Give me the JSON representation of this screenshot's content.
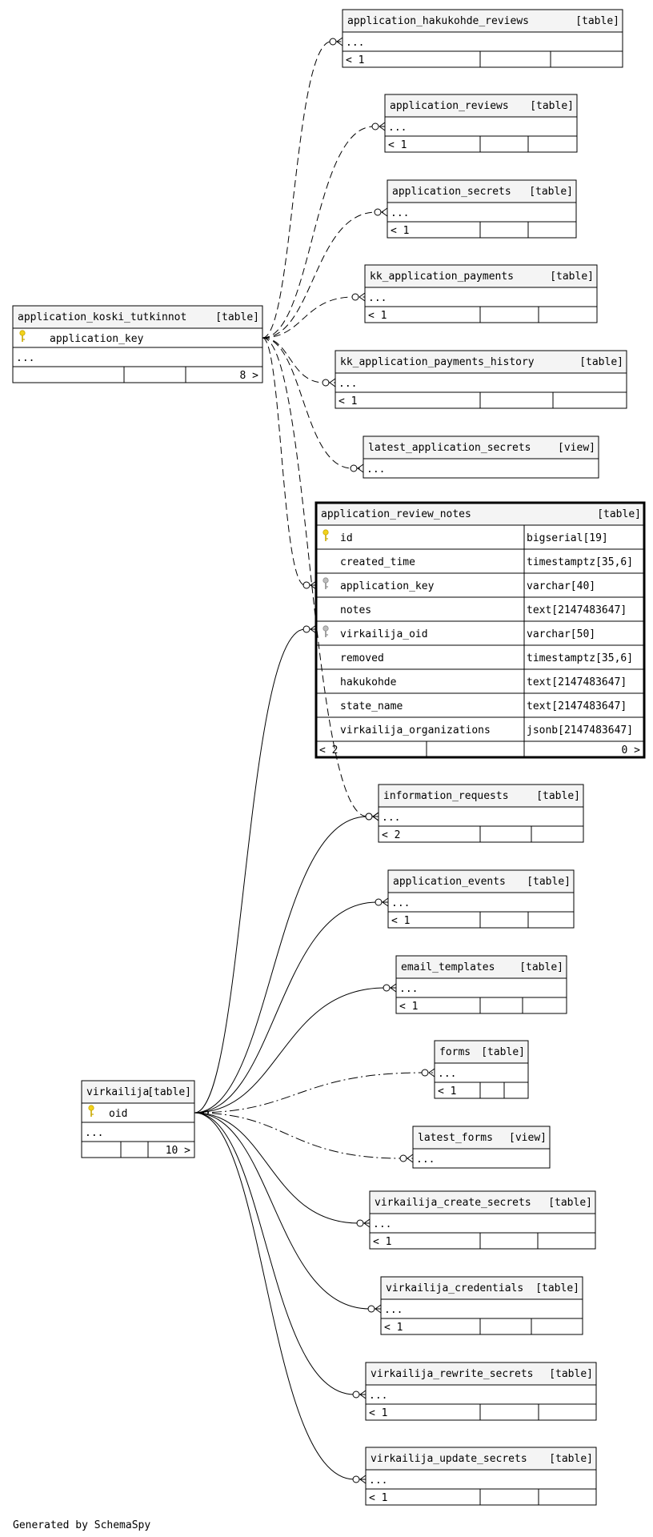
{
  "footer": {
    "generated_by": "Generated by SchemaSpy"
  },
  "tables": {
    "application_hakukohde_reviews": {
      "name": "application_hakukohde_reviews",
      "kind": "[table]",
      "rows": [
        {
          "label": "..."
        }
      ],
      "footer": [
        "< 1",
        "",
        ""
      ]
    },
    "application_reviews": {
      "name": "application_reviews",
      "kind": "[table]",
      "rows": [
        {
          "label": "..."
        }
      ],
      "footer": [
        "< 1",
        "",
        ""
      ]
    },
    "application_secrets": {
      "name": "application_secrets",
      "kind": "[table]",
      "rows": [
        {
          "label": "..."
        }
      ],
      "footer": [
        "< 1",
        "",
        ""
      ]
    },
    "kk_application_payments": {
      "name": "kk_application_payments",
      "kind": "[table]",
      "rows": [
        {
          "label": "..."
        }
      ],
      "footer": [
        "< 1",
        "",
        ""
      ]
    },
    "kk_application_payments_history": {
      "name": "kk_application_payments_history",
      "kind": "[table]",
      "rows": [
        {
          "label": "..."
        }
      ],
      "footer": [
        "< 1",
        "",
        ""
      ]
    },
    "latest_application_secrets": {
      "name": "latest_application_secrets",
      "kind": "[view]",
      "rows": [
        {
          "label": "..."
        }
      ],
      "footer": null
    },
    "application_koski_tutkinnot": {
      "name": "application_koski_tutkinnot",
      "kind": "[table]",
      "rows": [
        {
          "label": "application_key",
          "key": "primary"
        },
        {
          "label": "..."
        }
      ],
      "footer": [
        "",
        "",
        "8 >"
      ]
    },
    "application_review_notes": {
      "name": "application_review_notes",
      "kind": "[table]",
      "rows": [
        {
          "label": "id",
          "type": "bigserial[19]",
          "key": "primary"
        },
        {
          "label": "created_time",
          "type": "timestamptz[35,6]"
        },
        {
          "label": "application_key",
          "type": "varchar[40]",
          "key": "foreign"
        },
        {
          "label": "notes",
          "type": "text[2147483647]"
        },
        {
          "label": "virkailija_oid",
          "type": "varchar[50]",
          "key": "foreign"
        },
        {
          "label": "removed",
          "type": "timestamptz[35,6]"
        },
        {
          "label": "hakukohde",
          "type": "text[2147483647]"
        },
        {
          "label": "state_name",
          "type": "text[2147483647]"
        },
        {
          "label": "virkailija_organizations",
          "type": "jsonb[2147483647]"
        }
      ],
      "footer": [
        "< 2",
        "",
        "0 >"
      ]
    },
    "information_requests": {
      "name": "information_requests",
      "kind": "[table]",
      "rows": [
        {
          "label": "..."
        }
      ],
      "footer": [
        "< 2",
        "",
        ""
      ]
    },
    "application_events": {
      "name": "application_events",
      "kind": "[table]",
      "rows": [
        {
          "label": "..."
        }
      ],
      "footer": [
        "< 1",
        "",
        ""
      ]
    },
    "email_templates": {
      "name": "email_templates",
      "kind": "[table]",
      "rows": [
        {
          "label": "..."
        }
      ],
      "footer": [
        "< 1",
        "",
        ""
      ]
    },
    "forms": {
      "name": "forms",
      "kind": "[table]",
      "rows": [
        {
          "label": "..."
        }
      ],
      "footer": [
        "< 1",
        "",
        ""
      ]
    },
    "latest_forms": {
      "name": "latest_forms",
      "kind": "[view]",
      "rows": [
        {
          "label": "..."
        }
      ],
      "footer": null
    },
    "virkailija": {
      "name": "virkailija",
      "kind": "[table]",
      "rows": [
        {
          "label": "oid",
          "key": "primary"
        },
        {
          "label": "..."
        }
      ],
      "footer": [
        "",
        "",
        "10 >"
      ]
    },
    "virkailija_create_secrets": {
      "name": "virkailija_create_secrets",
      "kind": "[table]",
      "rows": [
        {
          "label": "..."
        }
      ],
      "footer": [
        "< 1",
        "",
        ""
      ]
    },
    "virkailija_credentials": {
      "name": "virkailija_credentials",
      "kind": "[table]",
      "rows": [
        {
          "label": "..."
        }
      ],
      "footer": [
        "< 1",
        "",
        ""
      ]
    },
    "virkailija_rewrite_secrets": {
      "name": "virkailija_rewrite_secrets",
      "kind": "[table]",
      "rows": [
        {
          "label": "..."
        }
      ],
      "footer": [
        "< 1",
        "",
        ""
      ]
    },
    "virkailija_update_secrets": {
      "name": "virkailija_update_secrets",
      "kind": "[table]",
      "rows": [
        {
          "label": "..."
        }
      ],
      "footer": [
        "< 1",
        "",
        ""
      ]
    }
  },
  "relationships": [
    {
      "from": "application_koski_tutkinnot",
      "to": "application_hakukohde_reviews",
      "style": "dashed"
    },
    {
      "from": "application_koski_tutkinnot",
      "to": "application_reviews",
      "style": "dashed"
    },
    {
      "from": "application_koski_tutkinnot",
      "to": "application_secrets",
      "style": "dashed"
    },
    {
      "from": "application_koski_tutkinnot",
      "to": "kk_application_payments",
      "style": "dashed"
    },
    {
      "from": "application_koski_tutkinnot",
      "to": "kk_application_payments_history",
      "style": "dashed"
    },
    {
      "from": "application_koski_tutkinnot",
      "to": "latest_application_secrets",
      "style": "dashed"
    },
    {
      "from": "application_koski_tutkinnot",
      "to": "application_review_notes",
      "style": "dashed"
    },
    {
      "from": "application_koski_tutkinnot",
      "to": "information_requests",
      "style": "dashed"
    },
    {
      "from": "virkailija",
      "to": "application_review_notes",
      "style": "solid"
    },
    {
      "from": "virkailija",
      "to": "information_requests",
      "style": "solid"
    },
    {
      "from": "virkailija",
      "to": "application_events",
      "style": "solid"
    },
    {
      "from": "virkailija",
      "to": "email_templates",
      "style": "solid"
    },
    {
      "from": "virkailija",
      "to": "forms",
      "style": "dashdot"
    },
    {
      "from": "virkailija",
      "to": "latest_forms",
      "style": "dashdot"
    },
    {
      "from": "virkailija",
      "to": "virkailija_create_secrets",
      "style": "solid"
    },
    {
      "from": "virkailija",
      "to": "virkailija_credentials",
      "style": "solid"
    },
    {
      "from": "virkailija",
      "to": "virkailija_rewrite_secrets",
      "style": "solid"
    },
    {
      "from": "virkailija",
      "to": "virkailija_update_secrets",
      "style": "solid"
    }
  ]
}
